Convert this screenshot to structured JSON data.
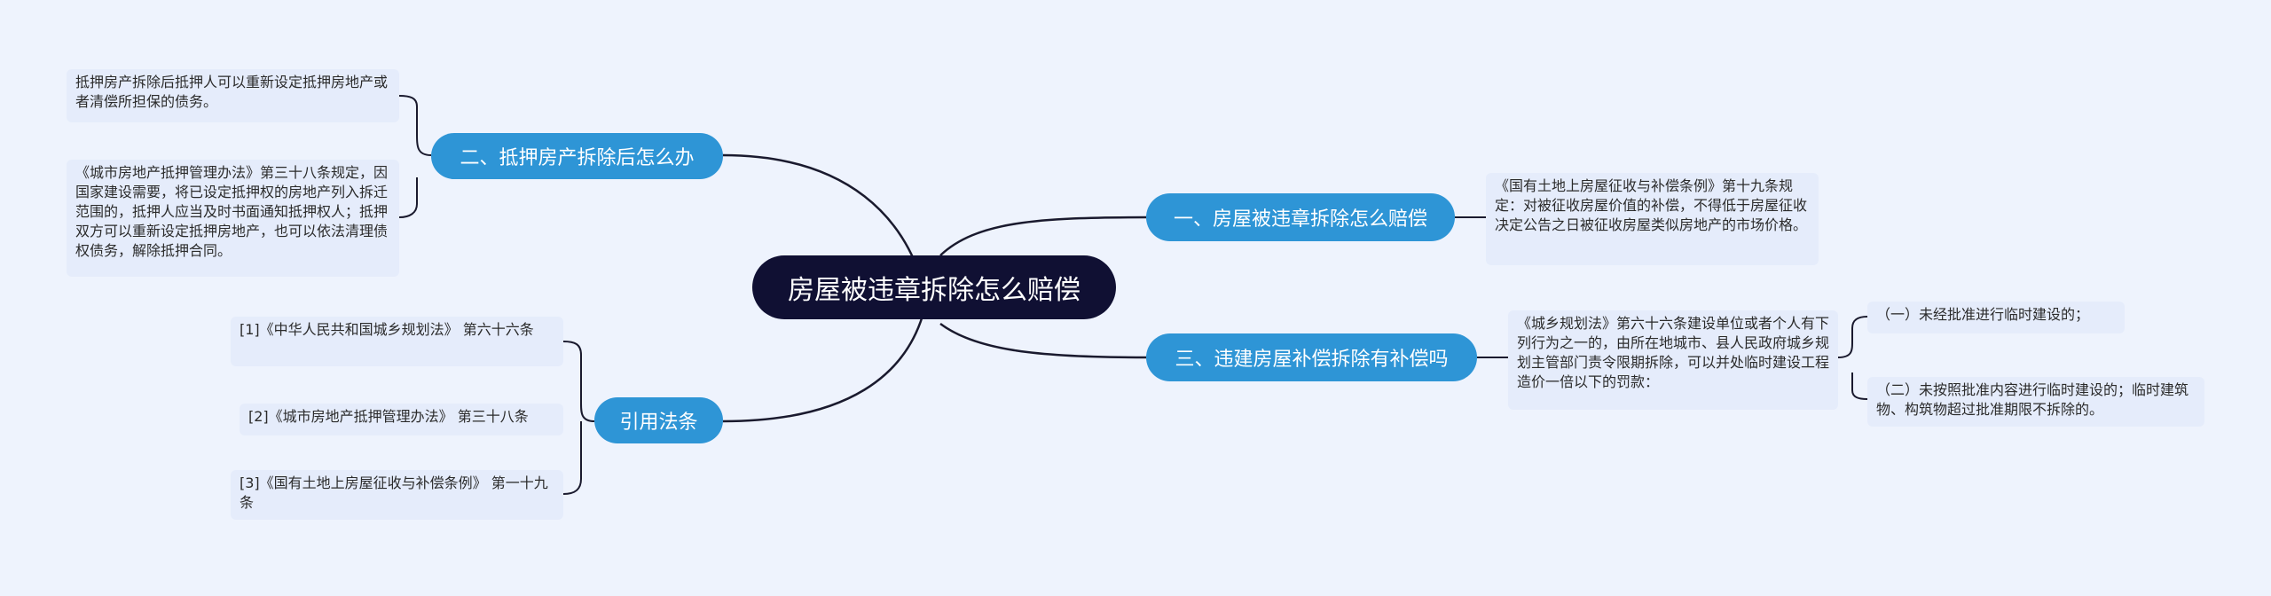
{
  "root": {
    "label": "房屋被违章拆除怎么赔偿"
  },
  "branches": {
    "b1": {
      "label": "一、房屋被违章拆除怎么赔偿"
    },
    "b2": {
      "label": "二、抵押房产拆除后怎么办"
    },
    "b3": {
      "label": "三、违建房屋补偿拆除有补偿吗"
    },
    "b4": {
      "label": "引用法条"
    }
  },
  "leaves": {
    "l1": {
      "text": "《国有土地上房屋征收与补偿条例》第十九条规定：对被征收房屋价值的补偿，不得低于房屋征收决定公告之日被征收房屋类似房地产的市场价格。"
    },
    "l2a": {
      "text": "抵押房产拆除后抵押人可以重新设定抵押房地产或者清偿所担保的债务。"
    },
    "l2b": {
      "text": "《城市房地产抵押管理办法》第三十八条规定，因国家建设需要，将已设定抵押权的房地产列入拆迁范围的，抵押人应当及时书面通知抵押权人；抵押双方可以重新设定抵押房地产，也可以依法清理债权债务，解除抵押合同。"
    },
    "l3": {
      "text": "《城乡规划法》第六十六条建设单位或者个人有下列行为之一的，由所在地城市、县人民政府城乡规划主管部门责令限期拆除，可以并处临时建设工程造价一倍以下的罚款："
    },
    "l3a": {
      "text": "（一）未经批准进行临时建设的；"
    },
    "l3b": {
      "text": "（二）未按照批准内容进行临时建设的；临时建筑物、构筑物超过批准期限不拆除的。"
    },
    "l4a": {
      "text": "[1]《中华人民共和国城乡规划法》 第六十六条"
    },
    "l4b": {
      "text": "[2]《城市房地产抵押管理办法》 第三十八条"
    },
    "l4c": {
      "text": "[3]《国有土地上房屋征收与补偿条例》 第一十九条"
    }
  }
}
